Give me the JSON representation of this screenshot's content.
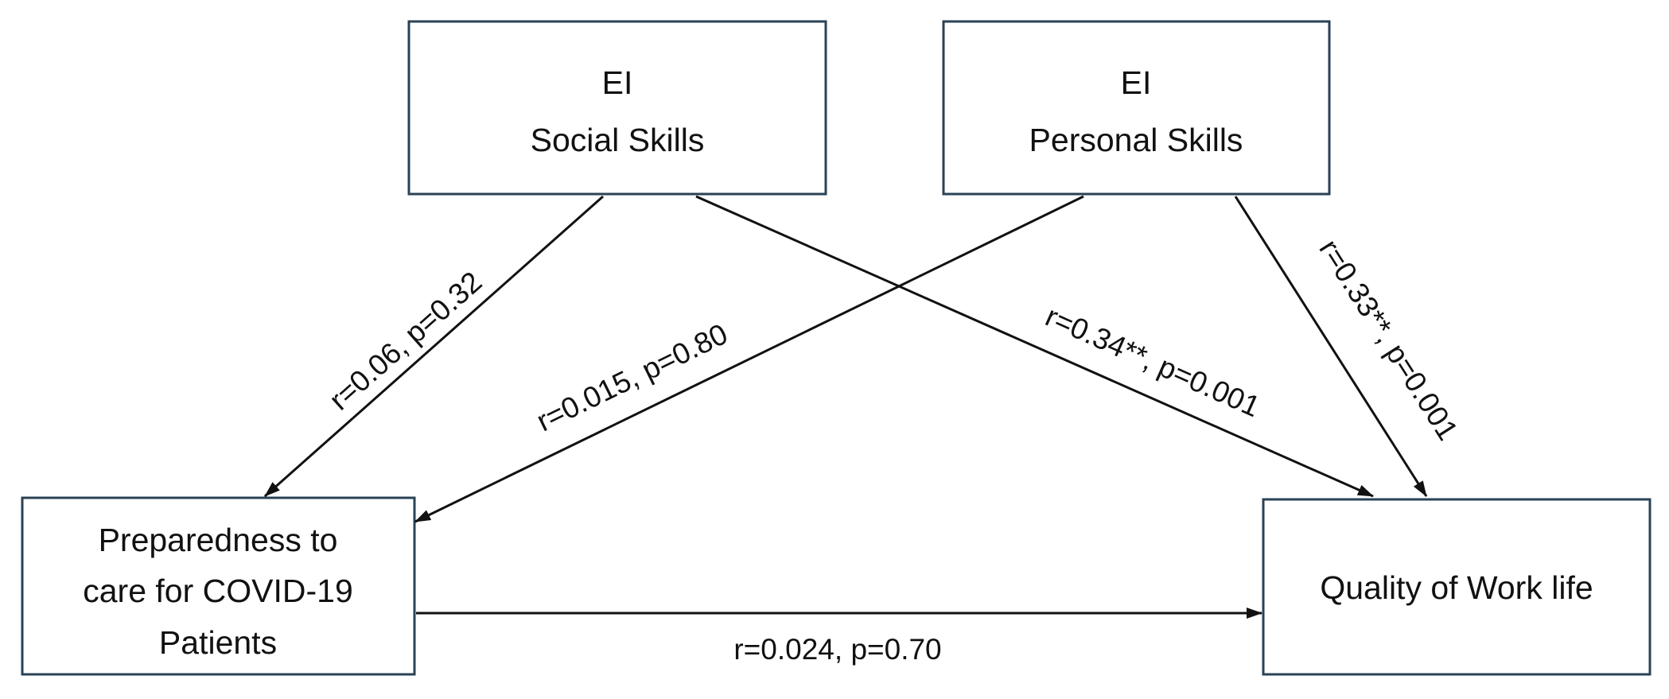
{
  "nodes": {
    "social": {
      "line1": "EI",
      "line2": "Social Skills"
    },
    "personal": {
      "line1": "EI",
      "line2": "Personal Skills"
    },
    "preparedness": {
      "line1": "Preparedness to",
      "line2": "care for COVID-19",
      "line3": "Patients"
    },
    "qwl": {
      "line1": "Quality of Work life"
    }
  },
  "edges": {
    "social_to_preparedness": "r=0.06, p=0.32",
    "personal_to_preparedness": "r=0.015, p=0.80",
    "social_to_qwl": "r=0.34**, p=0.001",
    "personal_to_qwl": "r=0.33**, p=0.001",
    "preparedness_to_qwl": "r=0.024, p=0.70"
  },
  "colors": {
    "box_border": "#2a4255",
    "arrow": "#111111",
    "text": "#111111"
  }
}
